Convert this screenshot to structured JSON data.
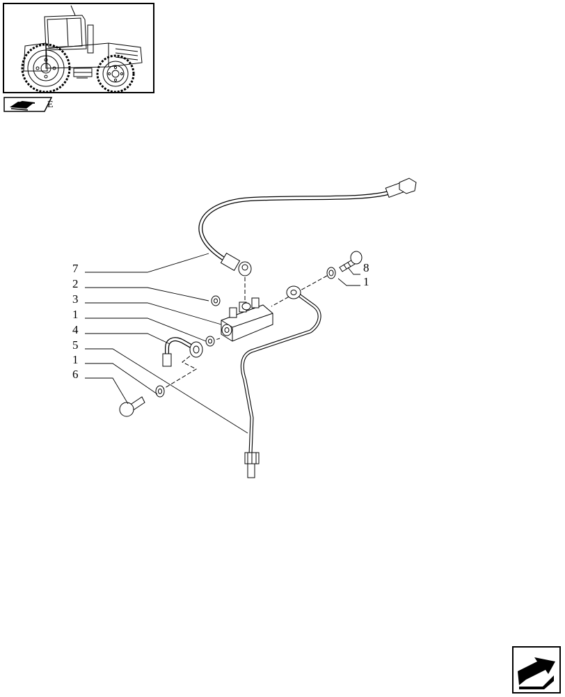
{
  "callouts": [
    {
      "id": "c7",
      "text": "7"
    },
    {
      "id": "c2",
      "text": "2"
    },
    {
      "id": "c3",
      "text": "3"
    },
    {
      "id": "c1a",
      "text": "1"
    },
    {
      "id": "c4",
      "text": "4"
    },
    {
      "id": "c5",
      "text": "5"
    },
    {
      "id": "c1b",
      "text": "1"
    },
    {
      "id": "c6",
      "text": "6"
    },
    {
      "id": "c8",
      "text": "8"
    },
    {
      "id": "c1c",
      "text": "1"
    }
  ],
  "section_tab": {
    "letter": "E",
    "icon": "book-section-icon"
  },
  "thumbnail": {
    "icon": "tractor-icon"
  },
  "navigation": {
    "icon": "next-page-arrow-icon"
  }
}
